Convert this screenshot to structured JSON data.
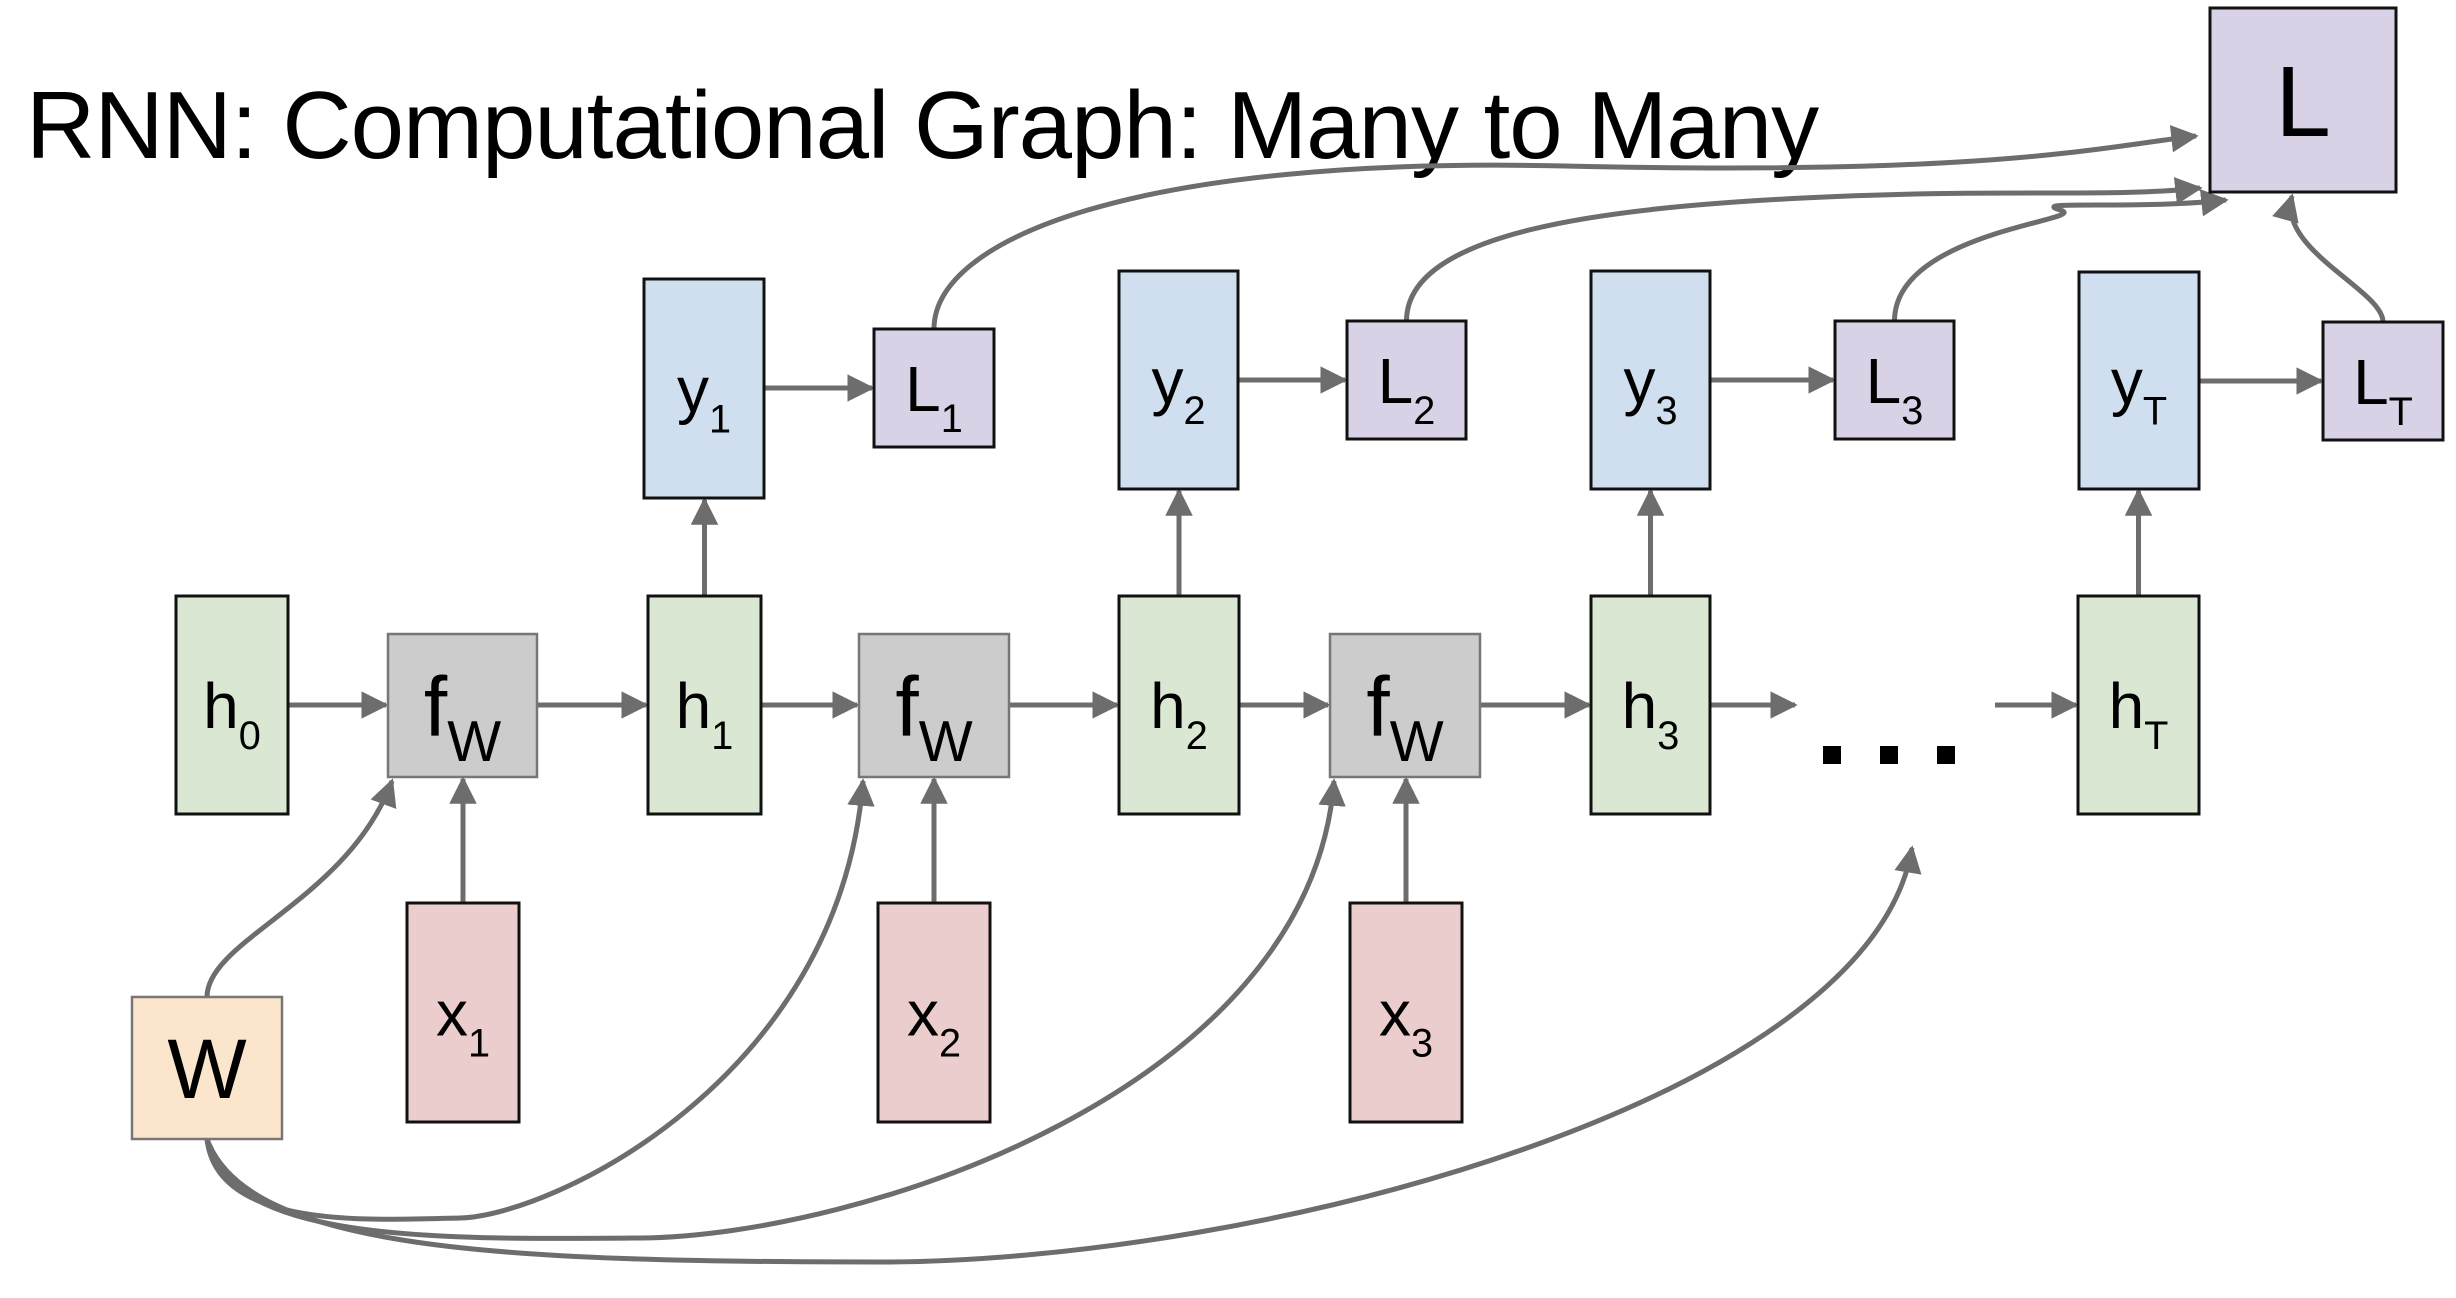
{
  "title": "RNN: Computational Graph: Many to Many",
  "colors": {
    "hidden": "#d9e7d3",
    "function": "#cccccc",
    "input": "#eacdcc",
    "output": "#cfdfef",
    "loss": "#d9d2e7",
    "weight": "#fbe5cd",
    "arrow": "#6d6d6d",
    "border": "#111111"
  },
  "nodes": {
    "L": {
      "base": "L",
      "sub": "",
      "kind": "loss"
    },
    "y1": {
      "base": "y",
      "sub": "1",
      "kind": "output"
    },
    "L1": {
      "base": "L",
      "sub": "1",
      "kind": "loss"
    },
    "y2": {
      "base": "y",
      "sub": "2",
      "kind": "output"
    },
    "L2": {
      "base": "L",
      "sub": "2",
      "kind": "loss"
    },
    "y3": {
      "base": "y",
      "sub": "3",
      "kind": "output"
    },
    "L3": {
      "base": "L",
      "sub": "3",
      "kind": "loss"
    },
    "yT": {
      "base": "y",
      "sub": "T",
      "kind": "output"
    },
    "LT": {
      "base": "L",
      "sub": "T",
      "kind": "loss"
    },
    "h0": {
      "base": "h",
      "sub": "0",
      "kind": "hidden"
    },
    "fW1": {
      "base": "f",
      "sub": "W",
      "kind": "function"
    },
    "h1": {
      "base": "h",
      "sub": "1",
      "kind": "hidden"
    },
    "fW2": {
      "base": "f",
      "sub": "W",
      "kind": "function"
    },
    "h2": {
      "base": "h",
      "sub": "2",
      "kind": "hidden"
    },
    "fW3": {
      "base": "f",
      "sub": "W",
      "kind": "function"
    },
    "h3": {
      "base": "h",
      "sub": "3",
      "kind": "hidden"
    },
    "hT": {
      "base": "h",
      "sub": "T",
      "kind": "hidden"
    },
    "W": {
      "base": "W",
      "sub": "",
      "kind": "weight"
    },
    "x1": {
      "base": "x",
      "sub": "1",
      "kind": "input"
    },
    "x2": {
      "base": "x",
      "sub": "2",
      "kind": "input"
    },
    "x3": {
      "base": "x",
      "sub": "3",
      "kind": "input"
    }
  },
  "ellipsis": "...",
  "edges": [
    [
      "h0",
      "fW1"
    ],
    [
      "fW1",
      "h1"
    ],
    [
      "h1",
      "fW2"
    ],
    [
      "fW2",
      "h2"
    ],
    [
      "h2",
      "fW3"
    ],
    [
      "fW3",
      "h3"
    ],
    [
      "h3",
      "ellipsis"
    ],
    [
      "ellipsis",
      "hT"
    ],
    [
      "x1",
      "fW1"
    ],
    [
      "x2",
      "fW2"
    ],
    [
      "x3",
      "fW3"
    ],
    [
      "h1",
      "y1"
    ],
    [
      "h2",
      "y2"
    ],
    [
      "h3",
      "y3"
    ],
    [
      "hT",
      "yT"
    ],
    [
      "y1",
      "L1"
    ],
    [
      "y2",
      "L2"
    ],
    [
      "y3",
      "L3"
    ],
    [
      "yT",
      "LT"
    ],
    [
      "L1",
      "L"
    ],
    [
      "L2",
      "L"
    ],
    [
      "L3",
      "L"
    ],
    [
      "LT",
      "L"
    ],
    [
      "W",
      "fW1"
    ],
    [
      "W",
      "fW2"
    ],
    [
      "W",
      "fW3"
    ],
    [
      "W",
      "ellipsis"
    ]
  ]
}
